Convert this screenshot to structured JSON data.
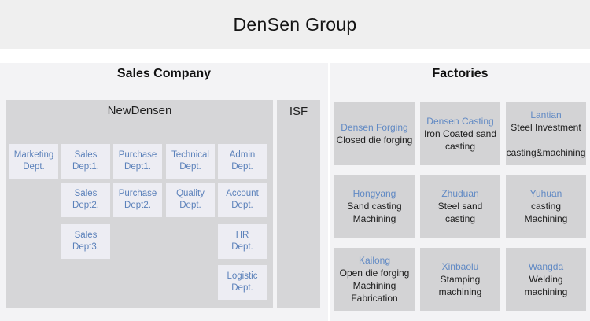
{
  "header": {
    "title": "DenSen Group"
  },
  "sales_company": {
    "title": "Sales Company",
    "newdensen_label": "NewDensen",
    "isf_label": "ISF",
    "departments": [
      {
        "lines": [
          "Marketing",
          "Dept."
        ]
      },
      {
        "lines": [
          "Sales",
          "Dept1."
        ]
      },
      {
        "lines": [
          "Purchase",
          "Dept1."
        ]
      },
      {
        "lines": [
          "Technical",
          "Dept."
        ]
      },
      {
        "lines": [
          "Admin",
          "Dept."
        ]
      },
      {
        "lines": [
          "Sales",
          "Dept2."
        ]
      },
      {
        "lines": [
          "Purchase",
          "Dept2."
        ]
      },
      {
        "lines": [
          "Quality",
          "Dept."
        ]
      },
      {
        "lines": [
          "Account",
          "Dept."
        ]
      },
      {
        "lines": [
          "Sales",
          "Dept3."
        ]
      },
      {
        "lines": [
          "HR",
          "Dept."
        ]
      },
      {
        "lines": [
          "Logistic",
          "Dept."
        ]
      }
    ]
  },
  "factories": {
    "title": "Factories",
    "items": [
      {
        "name": "Densen Forging",
        "lines": [
          "Closed die forging"
        ]
      },
      {
        "name": "Densen Casting",
        "lines": [
          "Iron Coated sand casting"
        ]
      },
      {
        "name": "Lantian",
        "lines": [
          "Steel Investment",
          "",
          "casting&machining"
        ]
      },
      {
        "name": "Hongyang",
        "lines": [
          "Sand casting",
          "Machining"
        ]
      },
      {
        "name": "Zhuduan",
        "lines": [
          "Steel sand casting"
        ]
      },
      {
        "name": "Yuhuan",
        "lines": [
          "casting",
          "Machining"
        ]
      },
      {
        "name": "Kailong",
        "lines": [
          "Open die forging",
          "Machining",
          "Fabrication"
        ]
      },
      {
        "name": "Xinbaolu",
        "lines": [
          "Stamping",
          "machining"
        ]
      },
      {
        "name": "Wangda",
        "lines": [
          "Welding",
          "machining"
        ]
      }
    ]
  },
  "colors": {
    "accent_blue": "#5f85c0",
    "header_bg": "#efefef",
    "panel_bg": "#f3f3f5",
    "container_gray": "#d6d6d8",
    "factory_tile_gray": "#d3d3d5",
    "dept_tile_light": "#ededf3",
    "text_dark": "#1c1c1c"
  }
}
